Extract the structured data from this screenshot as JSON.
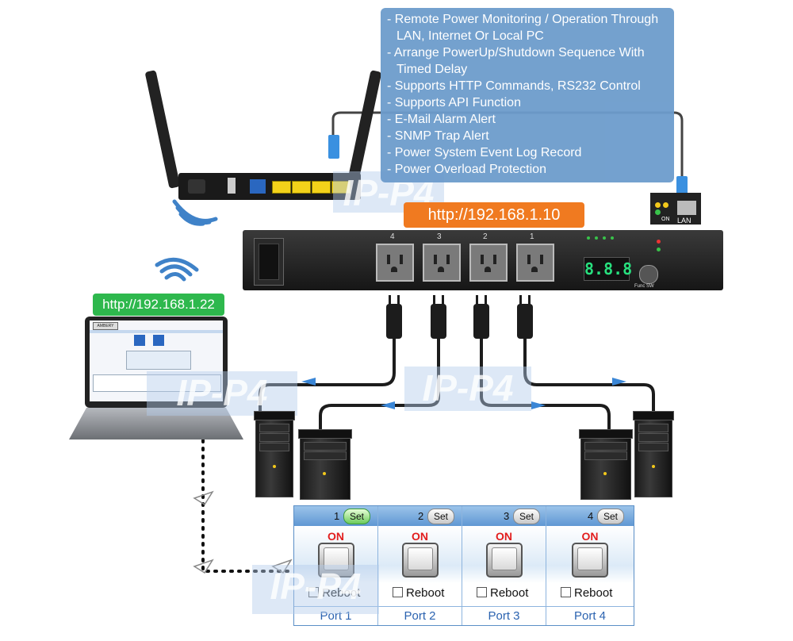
{
  "features": [
    "- Remote Power Monitoring / Operation Through",
    "LAN, Internet Or Local PC",
    "- Arrange PowerUp/Shutdown Sequence With",
    "Timed Delay",
    "- Supports HTTP Commands, RS232 Control",
    "- Supports API Function",
    "- E-Mail Alarm Alert",
    "- SNMP Trap Alert",
    "- Power System Event Log Record",
    "- Power Overload Protection"
  ],
  "pdu_url": "http://192.168.1.10",
  "laptop_url": "http://192.168.1.22",
  "watermark": "IP-P4",
  "lan": {
    "label": "LAN",
    "on": "ON"
  },
  "pdu": {
    "outlet_numbers": [
      "4",
      "3",
      "2",
      "1"
    ],
    "display": "8.8.8",
    "func_label": "Func SW"
  },
  "laptop": {
    "brand": "AMBERY"
  },
  "ports": [
    {
      "number": "1",
      "set": "Set",
      "state": "ON",
      "reboot": "Reboot",
      "label": "Port 1",
      "set_active": true
    },
    {
      "number": "2",
      "set": "Set",
      "state": "ON",
      "reboot": "Reboot",
      "label": "Port 2",
      "set_active": false
    },
    {
      "number": "3",
      "set": "Set",
      "state": "ON",
      "reboot": "Reboot",
      "label": "Port 3",
      "set_active": false
    },
    {
      "number": "4",
      "set": "Set",
      "state": "ON",
      "reboot": "Reboot",
      "label": "Port 4",
      "set_active": false
    }
  ],
  "colors": {
    "feature_bg": "#6d9ccc",
    "url_orange": "#f07a20",
    "url_green": "#2eb84d",
    "port_blue": "#2b63b0",
    "on_red": "#e21d1d"
  }
}
